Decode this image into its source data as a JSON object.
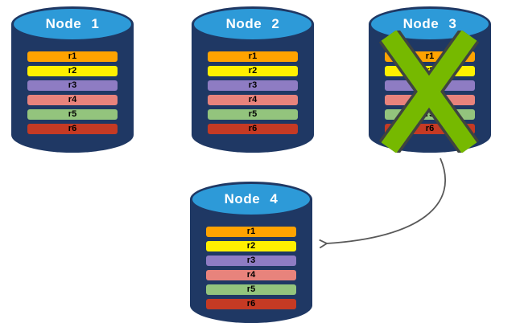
{
  "palette": {
    "background": "#FFFFFF",
    "cyl-body": "#1F3864",
    "cyl-top": "#2D9AD8",
    "title-text": "#FFFFFF",
    "row-text": "#000000",
    "x-mark": "#76B900",
    "x-outline": "#3F4440",
    "arrow": "#595959"
  },
  "nodes": [
    {
      "name": "Node 1",
      "rows": [
        {
          "label": "r1",
          "color": "#FFA300"
        },
        {
          "label": "r2",
          "color": "#FFF000"
        },
        {
          "label": "r3",
          "color": "#8E7CC3"
        },
        {
          "label": "r4",
          "color": "#E8837C"
        },
        {
          "label": "r5",
          "color": "#93C47D"
        },
        {
          "label": "r6",
          "color": "#C53A24"
        }
      ]
    },
    {
      "name": "Node 2",
      "rows": [
        {
          "label": "r1",
          "color": "#FFA300"
        },
        {
          "label": "r2",
          "color": "#FFF000"
        },
        {
          "label": "r3",
          "color": "#8E7CC3"
        },
        {
          "label": "r4",
          "color": "#E8837C"
        },
        {
          "label": "r5",
          "color": "#93C47D"
        },
        {
          "label": "r6",
          "color": "#C53A24"
        }
      ]
    },
    {
      "name": "Node 3",
      "rows": [
        {
          "label": "r1",
          "color": "#FFA300"
        },
        {
          "label": "r2",
          "color": "#FFF000"
        },
        {
          "label": "r3",
          "color": "#8E7CC3"
        },
        {
          "label": "r4",
          "color": "#E8837C"
        },
        {
          "label": "r5",
          "color": "#93C47D"
        },
        {
          "label": "r6",
          "color": "#C53A24"
        }
      ]
    },
    {
      "name": "Node 4",
      "rows": [
        {
          "label": "r1",
          "color": "#FFA300"
        },
        {
          "label": "r2",
          "color": "#FFF000"
        },
        {
          "label": "r3",
          "color": "#8E7CC3"
        },
        {
          "label": "r4",
          "color": "#E8837C"
        },
        {
          "label": "r5",
          "color": "#93C47D"
        },
        {
          "label": "r6",
          "color": "#C53A24"
        }
      ]
    }
  ],
  "annotations": {
    "failure_x": {
      "icon": "x-mark-icon",
      "over_node": "Node 3",
      "color": "#76B900"
    },
    "arrow": {
      "icon": "curved-arrow-icon",
      "from_node": "Node 3",
      "to_node": "Node 4",
      "color": "#595959"
    }
  }
}
